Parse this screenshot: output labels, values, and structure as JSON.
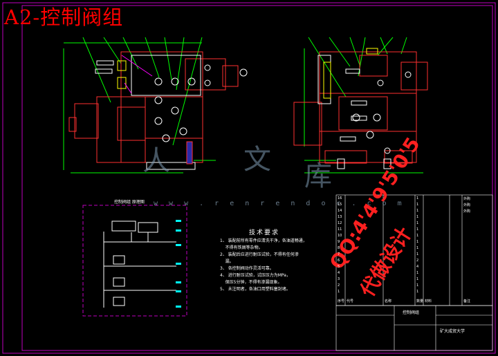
{
  "header": {
    "title": "A2-控制阀组"
  },
  "watermark": {
    "chars": [
      "人",
      "文",
      "库"
    ],
    "url": "w w w . r e n r e n d o c . c o m"
  },
  "overlay": {
    "qq_text": "QQ:4'4'9'5'0'5",
    "service_text": "代做设计"
  },
  "schematic": {
    "title": "控制阀组 原理图"
  },
  "tech_requirements": {
    "heading": "技术要求",
    "lines": [
      "1、 装配前所有零件应清洗干净，各油道畅通，",
      "    不得有铁屑等杂物。",
      "2、 装配后应进行耐压试验，不得有任何渗",
      "    漏。",
      "3、 各控制阀动作灵活可靠。",
      "4、 进行耐压试验，试压压力为MPa，",
      "    保压5分钟，不得有渗漏现象。",
      "5、 未注明者，各油口用塑料塞封堵。"
    ]
  },
  "bom": {
    "rows": [
      [
        "16",
        "",
        "",
        "1",
        "",
        "外购"
      ],
      [
        "15",
        "",
        "",
        "1",
        "",
        "外购"
      ],
      [
        "14",
        "",
        "",
        "1",
        "",
        "外购"
      ],
      [
        "13",
        "",
        "",
        "1",
        "",
        ""
      ],
      [
        "12",
        "",
        "",
        "1",
        "",
        ""
      ],
      [
        "11",
        "",
        "",
        "1",
        "",
        ""
      ],
      [
        "10",
        "",
        "",
        "1",
        "",
        ""
      ],
      [
        "9",
        "",
        "",
        "1",
        "",
        ""
      ],
      [
        "8",
        "",
        "",
        "1",
        "",
        ""
      ],
      [
        "7",
        "",
        "",
        "1",
        "",
        ""
      ],
      [
        "6",
        "",
        "",
        "2",
        "",
        ""
      ],
      [
        "5",
        "",
        "",
        "4",
        "",
        ""
      ],
      [
        "4",
        "",
        "",
        "1",
        "",
        ""
      ],
      [
        "3",
        "",
        "",
        "1",
        "",
        ""
      ],
      [
        "2",
        "",
        "",
        "1",
        "",
        ""
      ],
      [
        "1",
        "",
        "",
        "1",
        "",
        ""
      ]
    ],
    "header": [
      "序号",
      "代号",
      "名称",
      "数量",
      "材料",
      "备注"
    ]
  },
  "title_block": {
    "name": "控制阀组",
    "school": "矿大成贸大学"
  }
}
